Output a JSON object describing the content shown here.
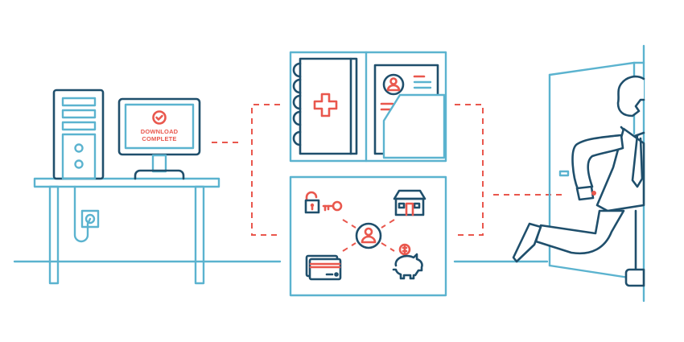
{
  "illustration": {
    "subject": "personal data stolen from a computer",
    "monitor": {
      "line1": "DOWNLOAD",
      "line2": "COMPLETE",
      "icon": "check-circle-icon"
    },
    "records_panel": {
      "items": [
        "medical-record-binder-icon",
        "personal-profile-document-icon"
      ]
    },
    "assets_panel": {
      "center": "user-icon",
      "items": [
        "unlocked-padlock-icon",
        "key-icon",
        "house-icon",
        "credit-card-icon",
        "piggy-bank-coin-icon"
      ]
    },
    "figure": "thief-running-through-door"
  },
  "colors": {
    "light_stroke": "#5bb3cf",
    "dark_stroke": "#1f4f6c",
    "accent_red": "#e9574d",
    "background": "#ffffff"
  }
}
